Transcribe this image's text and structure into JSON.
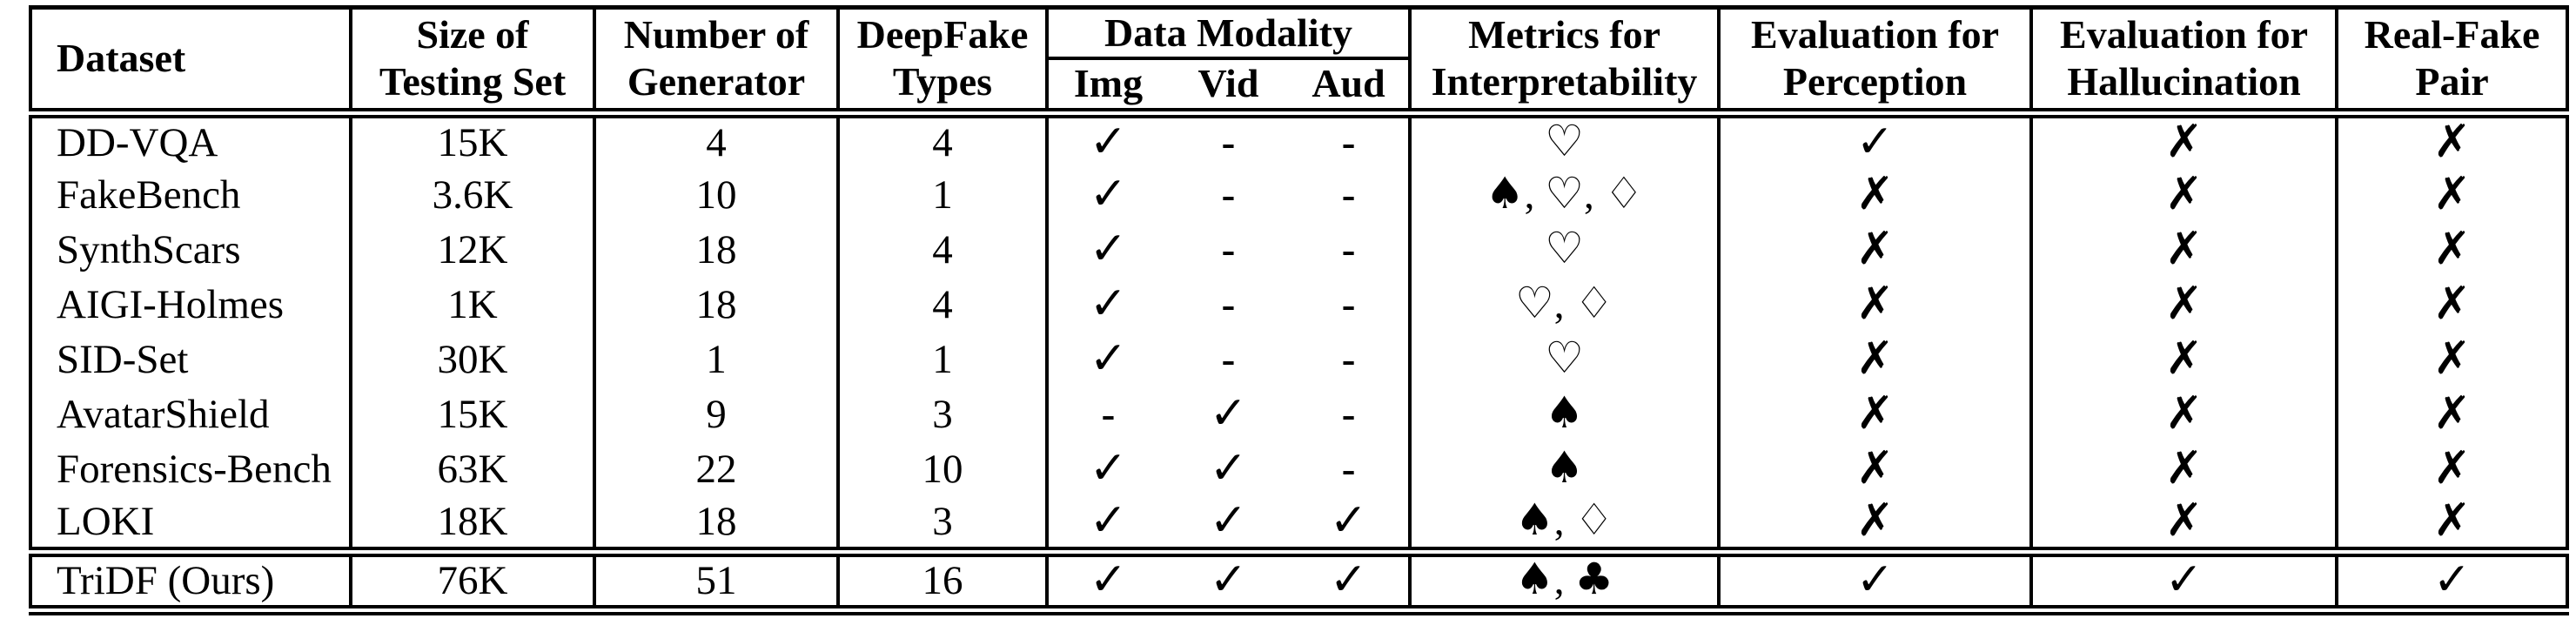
{
  "table": {
    "header": {
      "dataset": "Dataset",
      "size": "Size of\nTesting Set",
      "generators": "Number of\nGenerator",
      "types": "DeepFake\nTypes",
      "modality": "Data Modality",
      "modality_sub": [
        "Img",
        "Vid",
        "Aud"
      ],
      "metrics": "Metrics for\nInterpretability",
      "perception": "Evaluation for\nPerception",
      "hallucination": "Evaluation for\nHallucination",
      "pair": "Real-Fake\nPair"
    },
    "rows": [
      {
        "dataset": "DD-VQA",
        "size": "15K",
        "generators": "4",
        "types": "4",
        "img": "check",
        "vid": "dash",
        "aud": "dash",
        "metrics": [
          "heart"
        ],
        "perception": "check",
        "hallucination": "cross",
        "pair": "cross",
        "ours": false
      },
      {
        "dataset": "FakeBench",
        "size": "3.6K",
        "generators": "10",
        "types": "1",
        "img": "check",
        "vid": "dash",
        "aud": "dash",
        "metrics": [
          "spade",
          "heart",
          "diamond"
        ],
        "perception": "cross",
        "hallucination": "cross",
        "pair": "cross",
        "ours": false
      },
      {
        "dataset": "SynthScars",
        "size": "12K",
        "generators": "18",
        "types": "4",
        "img": "check",
        "vid": "dash",
        "aud": "dash",
        "metrics": [
          "heart"
        ],
        "perception": "cross",
        "hallucination": "cross",
        "pair": "cross",
        "ours": false
      },
      {
        "dataset": "AIGI-Holmes",
        "size": "1K",
        "generators": "18",
        "types": "4",
        "img": "check",
        "vid": "dash",
        "aud": "dash",
        "metrics": [
          "heart",
          "diamond"
        ],
        "perception": "cross",
        "hallucination": "cross",
        "pair": "cross",
        "ours": false
      },
      {
        "dataset": "SID-Set",
        "size": "30K",
        "generators": "1",
        "types": "1",
        "img": "check",
        "vid": "dash",
        "aud": "dash",
        "metrics": [
          "heart"
        ],
        "perception": "cross",
        "hallucination": "cross",
        "pair": "cross",
        "ours": false
      },
      {
        "dataset": "AvatarShield",
        "size": "15K",
        "generators": "9",
        "types": "3",
        "img": "dash",
        "vid": "check",
        "aud": "dash",
        "metrics": [
          "spade"
        ],
        "perception": "cross",
        "hallucination": "cross",
        "pair": "cross",
        "ours": false
      },
      {
        "dataset": "Forensics-Bench",
        "size": "63K",
        "generators": "22",
        "types": "10",
        "img": "check",
        "vid": "check",
        "aud": "dash",
        "metrics": [
          "spade"
        ],
        "perception": "cross",
        "hallucination": "cross",
        "pair": "cross",
        "ours": false
      },
      {
        "dataset": "LOKI",
        "size": "18K",
        "generators": "18",
        "types": "3",
        "img": "check",
        "vid": "check",
        "aud": "check",
        "metrics": [
          "spade",
          "diamond"
        ],
        "perception": "cross",
        "hallucination": "cross",
        "pair": "cross",
        "ours": false
      },
      {
        "dataset": "TriDF (Ours)",
        "size": "76K",
        "generators": "51",
        "types": "16",
        "img": "check",
        "vid": "check",
        "aud": "check",
        "metrics": [
          "spade",
          "club"
        ],
        "perception": "check",
        "hallucination": "check",
        "pair": "check",
        "ours": true
      }
    ]
  },
  "symbols": {
    "check": "✓",
    "cross": "✗",
    "dash": "-",
    "heart": "♡",
    "spade": "♠",
    "diamond": "♢",
    "club": "♣"
  },
  "colors": {
    "ink": "#000000",
    "background": "#ffffff"
  }
}
